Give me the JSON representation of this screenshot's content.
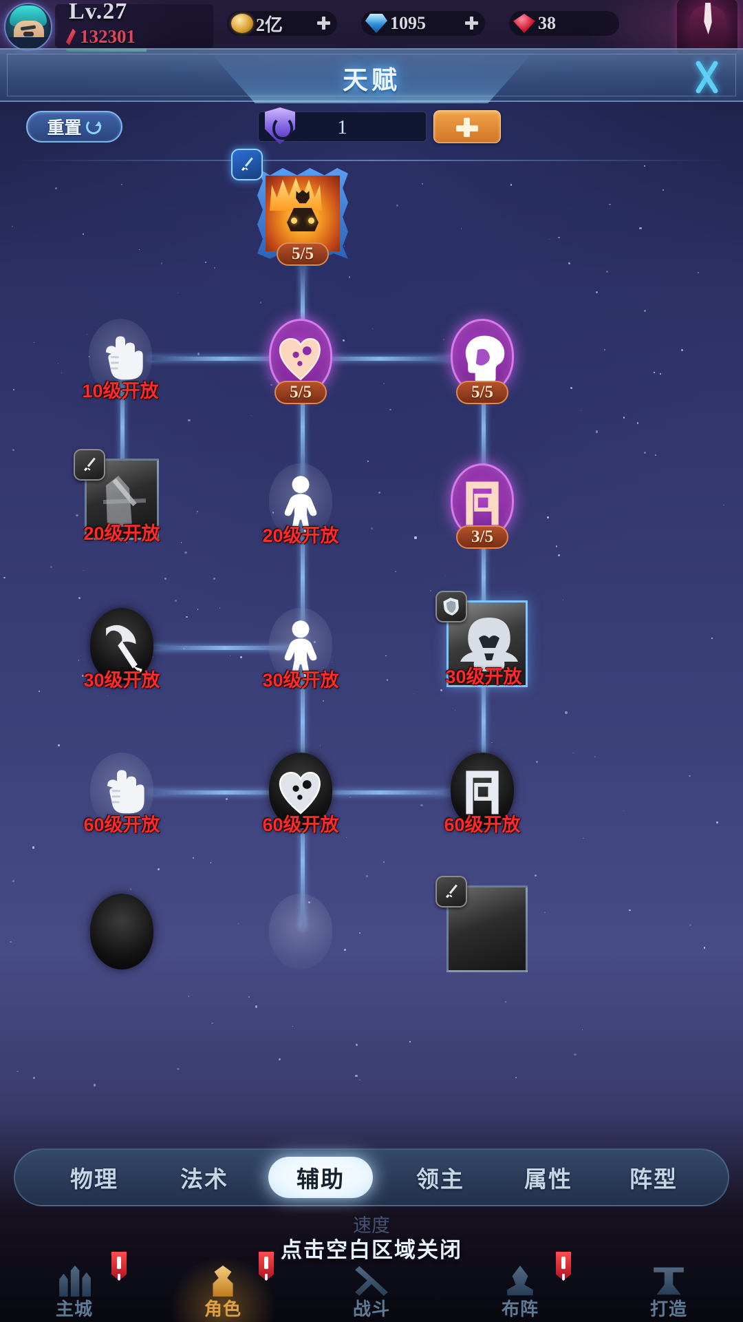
{
  "hud": {
    "level": "Lv.27",
    "power": "132301",
    "power_icon": "power-sword-icon",
    "avatar_icon": "player-avatar",
    "currencies": [
      {
        "name": "gold",
        "icon": "gold-coin-icon",
        "value": "2亿"
      },
      {
        "name": "diamond",
        "icon": "diamond-icon",
        "value": "1095"
      },
      {
        "name": "ruby",
        "icon": "ruby-gem-icon",
        "value": "38"
      }
    ],
    "right_portrait_icon": "event-portrait-icon"
  },
  "panel": {
    "title": "天赋",
    "close_icon": "close-icon"
  },
  "points": {
    "reset_label": "重置",
    "reset_icon": "refresh-icon",
    "point_icon": "talent-point-shield-icon",
    "point_value": "1",
    "add_icon": "plus-icon"
  },
  "tree": {
    "nodes": [
      {
        "id": "n-hero",
        "icon": "fire-meditating-monk-icon",
        "state": "maxed",
        "badge": "5/5",
        "corner_icon": "sword-badge-icon"
      },
      {
        "id": "n-fist-10",
        "icon": "fist-icon",
        "state": "locked",
        "badge": "10级开放"
      },
      {
        "id": "n-heart-5",
        "icon": "heart-yinyang-icon",
        "state": "maxed",
        "badge": "5/5"
      },
      {
        "id": "n-head-5",
        "icon": "head-mind-icon",
        "state": "maxed",
        "badge": "5/5"
      },
      {
        "id": "n-card-20",
        "icon": "sword-card-icon",
        "state": "locked",
        "badge": "20级开放",
        "corner_icon": "sword-badge-icon"
      },
      {
        "id": "n-body-20",
        "icon": "body-figure-icon",
        "state": "locked",
        "badge": "20级开放"
      },
      {
        "id": "n-note-3",
        "icon": "music-note-icon",
        "state": "partial",
        "badge": "3/5"
      },
      {
        "id": "n-axe-30",
        "icon": "axe-icon",
        "state": "locked",
        "badge": "30级开放"
      },
      {
        "id": "n-body-30",
        "icon": "body-figure-icon",
        "state": "locked",
        "badge": "30级开放"
      },
      {
        "id": "n-helm-30",
        "icon": "helmet-card-icon",
        "state": "locked",
        "badge": "30级开放",
        "corner_icon": "shield-badge-icon"
      },
      {
        "id": "n-fist-60",
        "icon": "fist-icon",
        "state": "locked",
        "badge": "60级开放"
      },
      {
        "id": "n-heart-60",
        "icon": "heart-yinyang-icon",
        "state": "locked",
        "badge": "60级开放"
      },
      {
        "id": "n-note-60",
        "icon": "music-note-icon",
        "state": "locked",
        "badge": "60级开放"
      }
    ]
  },
  "tabs": {
    "items": [
      {
        "label": "物理",
        "active": false
      },
      {
        "label": "法术",
        "active": false
      },
      {
        "label": "辅助",
        "active": true
      },
      {
        "label": "领主",
        "active": false
      },
      {
        "label": "属性",
        "active": false
      },
      {
        "label": "阵型",
        "active": false
      }
    ],
    "ghost_text": "速度"
  },
  "close_hint": "点击空白区域关闭",
  "bottom_nav": {
    "items": [
      {
        "label": "主城",
        "icon": "city-icon",
        "selected": false,
        "badge": true
      },
      {
        "label": "角色",
        "icon": "char-icon",
        "selected": true,
        "badge": true
      },
      {
        "label": "战斗",
        "icon": "battle-icon",
        "selected": false,
        "badge": false
      },
      {
        "label": "布阵",
        "icon": "formation-icon",
        "selected": false,
        "badge": true
      },
      {
        "label": "打造",
        "icon": "forge-icon",
        "selected": false,
        "badge": false
      }
    ]
  },
  "colors": {
    "accent_blue": "#5fd0f5",
    "locked_red": "#ff2a2a",
    "badge_brown": "#7b2e14",
    "tab_active": "#ffffff",
    "nav_selected": "#e0a64a"
  }
}
